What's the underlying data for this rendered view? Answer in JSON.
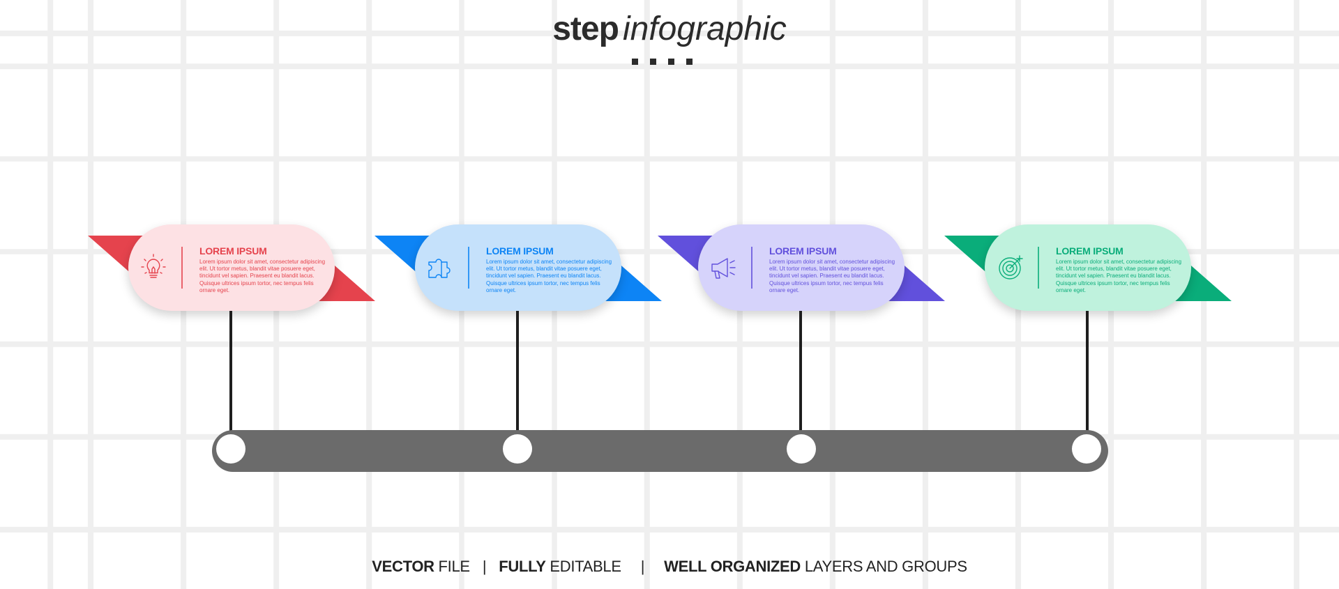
{
  "title": {
    "bold": "step",
    "italic": "infographic"
  },
  "steps": [
    {
      "heading": "LOREM IPSUM",
      "body": "Lorem ipsum dolor sit amet, consectetur adipiscing elit. Ut tortor metus, blandit vitae posuere eget, tincidunt vel sapien. Praesent eu blandit lacus. Quisque ultrices ipsum tortor, nec tempus felis ornare eget.",
      "icon": "lightbulb-icon",
      "accent": "#e5434d",
      "pill": "#fde1e4",
      "text_color": "#e5434d"
    },
    {
      "heading": "LOREM IPSUM",
      "body": "Lorem ipsum dolor sit amet, consectetur adipiscing elit. Ut tortor metus, blandit vitae posuere eget, tincidunt vel sapien. Praesent eu blandit lacus. Quisque ultrices ipsum tortor, nec tempus felis ornare eget.",
      "icon": "puzzle-icon",
      "accent": "#0d84f5",
      "pill": "#c5e1fb",
      "text_color": "#0d84f5"
    },
    {
      "heading": "LOREM IPSUM",
      "body": "Lorem ipsum dolor sit amet, consectetur adipiscing elit. Ut tortor metus, blandit vitae posuere eget, tincidunt vel sapien. Praesent eu blandit lacus. Quisque ultrices ipsum tortor, nec tempus felis ornare eget.",
      "icon": "megaphone-icon",
      "accent": "#6150dc",
      "pill": "#d6d3fb",
      "text_color": "#6150dc"
    },
    {
      "heading": "LOREM IPSUM",
      "body": "Lorem ipsum dolor sit amet, consectetur adipiscing elit. Ut tortor metus, blandit vitae posuere eget, tincidunt vel sapien. Praesent eu blandit lacus. Quisque ultrices ipsum tortor, nec tempus felis ornare eget.",
      "icon": "target-icon",
      "accent": "#0aad7a",
      "pill": "#bff2dd",
      "text_color": "#0aad7a"
    }
  ],
  "footer": {
    "part1_bold": "VECTOR",
    "part1_rest": " FILE",
    "sep1": "|",
    "part2_bold": "FULLY",
    "part2_rest": " EDITABLE",
    "sep2": "|",
    "part3_bold": "WELL ORGANIZED",
    "part3_rest": " LAYERS AND GROUPS"
  },
  "colors": {
    "timeline_bar": "#6b6b6b",
    "connector": "#1e1e1e",
    "grid": "#efefef"
  }
}
